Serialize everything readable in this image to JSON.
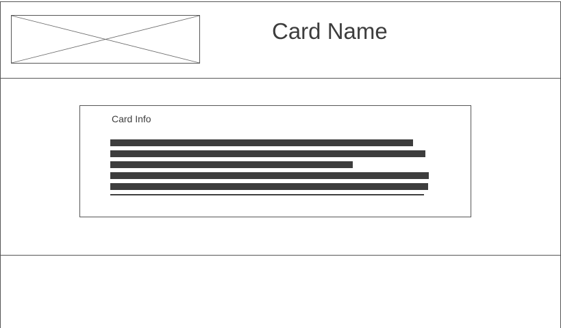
{
  "header": {
    "image_placeholder_icon": "image-placeholder-icon",
    "title": "Card Name"
  },
  "card": {
    "info_label": "Card Info",
    "text_lines_icon": "text-lines-placeholder"
  },
  "colors": {
    "border": "#555555",
    "text": "#3d3d3d",
    "background": "#ffffff"
  }
}
